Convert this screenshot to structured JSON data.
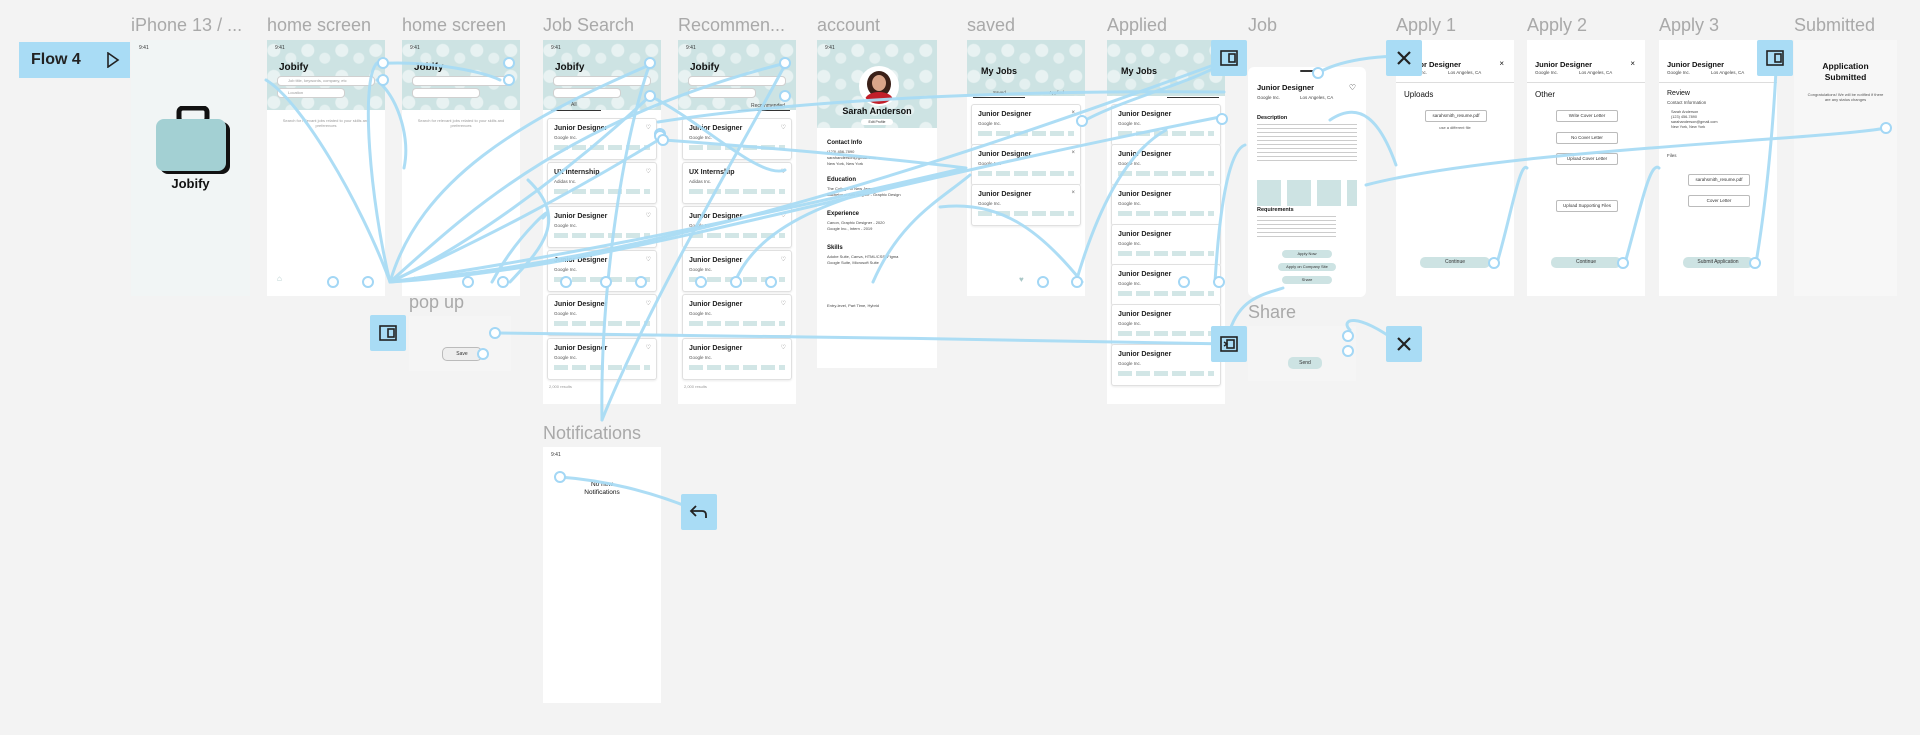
{
  "flow": {
    "label": "Flow 4",
    "play_icon": "play-icon"
  },
  "frame_titles": {
    "iphone": "iPhone 13 / ...",
    "home1": "home screen",
    "home2": "home screen",
    "search": "Job Search",
    "recommended": "Recommen...",
    "account": "account",
    "saved": "saved",
    "applied": "Applied",
    "job": "Job",
    "apply1": "Apply 1",
    "apply2": "Apply 2",
    "apply3": "Apply 3",
    "submitted": "Submitted",
    "popup": "pop up",
    "share": "Share",
    "notifications": "Notifications"
  },
  "app": {
    "name": "Jobify",
    "status_time": "9:41",
    "search_placeholder": "Job title, keywords, company, etc",
    "location_placeholder": "Location",
    "home_hint": "Search for relevant jobs related to your skills and preferences"
  },
  "job_search": {
    "tab_all": "All",
    "tab_recommended": "Recommended",
    "cards": [
      {
        "title": "Junior Designer",
        "company": "Google Inc."
      },
      {
        "title": "UX Internship",
        "company": "Adidas Inc."
      },
      {
        "title": "Junior Designer",
        "company": "Google Inc."
      },
      {
        "title": "Junior Designer",
        "company": "Google Inc."
      },
      {
        "title": "Junior Designer",
        "company": "Google Inc."
      },
      {
        "title": "Junior Designer",
        "company": "Google Inc."
      }
    ],
    "footer": "2,000 results"
  },
  "account": {
    "name": "Sarah Anderson",
    "edit_label": "Edit Profile",
    "contact_title": "Contact Info",
    "contact_lines": [
      "(123) 456-7890",
      "sarahanderson@gmail.com",
      "New York, New York"
    ],
    "education_title": "Education",
    "education_lines": [
      "The College of New Jersey",
      "Bachelor of Arts Degree - Graphic Design"
    ],
    "experience_title": "Experience",
    "experience_lines": [
      "Canon, Graphic Designer - 2020",
      "Google Inc., Intern - 2019"
    ],
    "skills_title": "Skills",
    "skills_lines": [
      "Adobe Suite, Canva, HTML/CSS, Figma",
      "Google Suite, Microsoft Suite"
    ],
    "misc_lines": [
      "Entry-level, Part Time, Hybrid"
    ]
  },
  "saved": {
    "title": "My Jobs",
    "tab_saved": "Saved",
    "tab_applied": "Applied",
    "cards": [
      {
        "title": "Junior Designer",
        "company": "Google Inc."
      },
      {
        "title": "Junior Designer",
        "company": "Google Inc."
      },
      {
        "title": "Junior Designer",
        "company": "Google Inc."
      }
    ]
  },
  "applied": {
    "title": "My Jobs",
    "cards": [
      {
        "title": "Junior Designer",
        "company": "Google Inc."
      },
      {
        "title": "Junior Designer",
        "company": "Google Inc."
      },
      {
        "title": "Junior Designer",
        "company": "Google Inc."
      },
      {
        "title": "Junior Designer",
        "company": "Google Inc."
      },
      {
        "title": "Junior Designer",
        "company": "Google Inc."
      },
      {
        "title": "Junior Designer",
        "company": "Google Inc."
      },
      {
        "title": "Junior Designer",
        "company": "Google Inc."
      }
    ]
  },
  "job": {
    "title": "Junior Designer",
    "company": "Google Inc.",
    "location": "Los Angeles, CA",
    "description_title": "Description",
    "requirements_title": "Requirements",
    "apply_now": "Apply Now",
    "apply_company": "Apply on Company Site",
    "share_btn": "Share"
  },
  "apply1": {
    "title": "Junior Designer",
    "company": "Google Inc.",
    "location": "Los Angeles, CA",
    "section": "Uploads",
    "file": "sarahsmith_resume.pdf",
    "alt": "use a different file",
    "continue": "Continue"
  },
  "apply2": {
    "title": "Junior Designer",
    "company": "Google Inc.",
    "location": "Los Angeles, CA",
    "section": "Other",
    "write_cover": "Write Cover Letter",
    "no_cover": "No Cover Letter",
    "upload_cover": "Upload Cover Letter",
    "upload_supporting": "Upload Supporting Files",
    "continue": "Continue"
  },
  "apply3": {
    "title": "Junior Designer",
    "company": "Google Inc.",
    "location": "Los Angeles, CA",
    "section": "Review",
    "contact": "Contact Information",
    "contact_lines": [
      "Sarah Anderson",
      "(123) 456-7890",
      "sarahanderson@gmail.com",
      "New York, New York"
    ],
    "files": "Files",
    "file": "sarahsmith_resume.pdf",
    "cover": "Cover Letter",
    "submit": "Submit Application"
  },
  "submitted": {
    "title_line1": "Application",
    "title_line2": "Submitted",
    "note": "Congratulations! We will be notified if there are any status changes"
  },
  "popup": {
    "save": "Save"
  },
  "share": {
    "send": "Send"
  },
  "notifications": {
    "line1": "No new",
    "line2": "Notifications"
  },
  "colors": {
    "accent": "#a9dcf5",
    "header": "#cde3e3",
    "canvas": "#f3f3f3"
  }
}
